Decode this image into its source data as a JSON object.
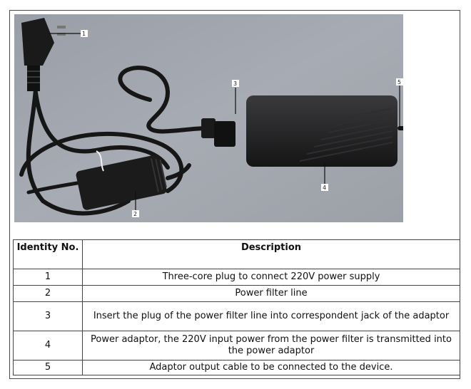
{
  "photo": {
    "callouts": [
      "1",
      "2",
      "3",
      "4",
      "5"
    ]
  },
  "table": {
    "headers": {
      "id": "Identity No.",
      "description": "Description"
    },
    "rows": [
      {
        "id": "1",
        "description": "Three-core plug to connect 220V power supply"
      },
      {
        "id": "2",
        "description": "Power filter line"
      },
      {
        "id": "3",
        "description": "Insert the plug of the power filter line into correspondent jack of the adaptor"
      },
      {
        "id": "4",
        "description": "Power adaptor, the 220V input power from the power filter is transmitted into the power adaptor"
      },
      {
        "id": "5",
        "description": "Adaptor output cable to be connected to the device."
      }
    ]
  }
}
